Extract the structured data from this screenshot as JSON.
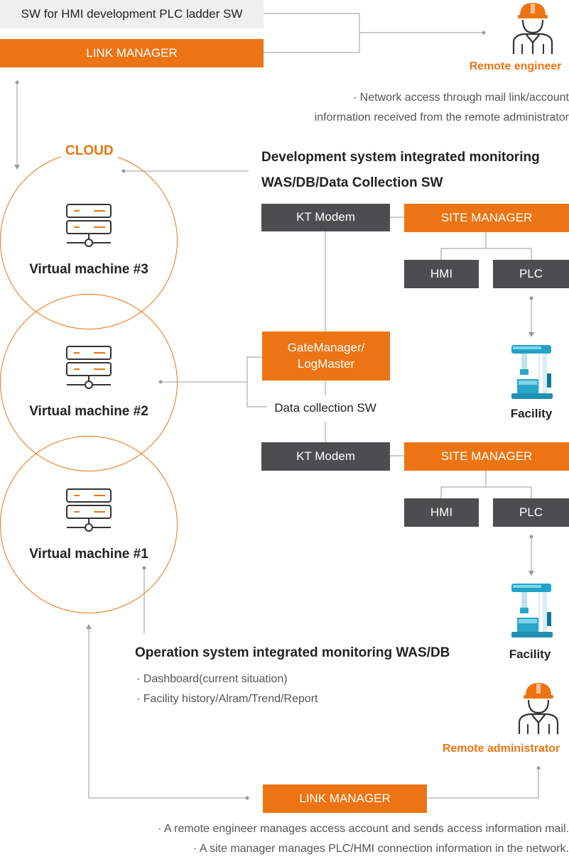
{
  "top": {
    "sw_label": "SW for HMI development PLC ladder SW",
    "link_manager": "LINK MANAGER"
  },
  "remote_engineer": {
    "label": "Remote engineer",
    "note_line1": "· Network access through mail link/account",
    "note_line2": "information received from the remote administrator"
  },
  "cloud": {
    "label": "CLOUD",
    "vms": [
      "Virtual machine #3",
      "Virtual machine #2",
      "Virtual machine #1"
    ]
  },
  "dev_system": {
    "title_line1": "Development system integrated monitoring",
    "title_line2": "WAS/DB/Data Collection SW"
  },
  "site_top": {
    "modem": "KT Modem",
    "site_manager": "SITE MANAGER",
    "hmi": "HMI",
    "plc": "PLC",
    "facility": "Facility"
  },
  "gate": {
    "line1": "GateManager/",
    "line2": "LogMaster",
    "data_collection": "Data collection SW"
  },
  "site_bottom": {
    "modem": "KT Modem",
    "site_manager": "SITE MANAGER",
    "hmi": "HMI",
    "plc": "PLC",
    "facility": "Facility"
  },
  "ops_system": {
    "title": "Operation system integrated monitoring WAS/DB",
    "item1": "· Dashboard(current situation)",
    "item2": "· Facility history/Alram/Trend/Report"
  },
  "remote_admin": {
    "label": "Remote administrator"
  },
  "bottom": {
    "link_manager": "LINK MANAGER",
    "note1": "· A remote engineer manages access account and sends access information mail.",
    "note2": "· A site manager manages PLC/HMI connection information in the network."
  },
  "colors": {
    "accent": "#ec7414",
    "dark_box": "#4d4d4f",
    "light_box": "#efefef",
    "line": "#9a9a9a"
  }
}
